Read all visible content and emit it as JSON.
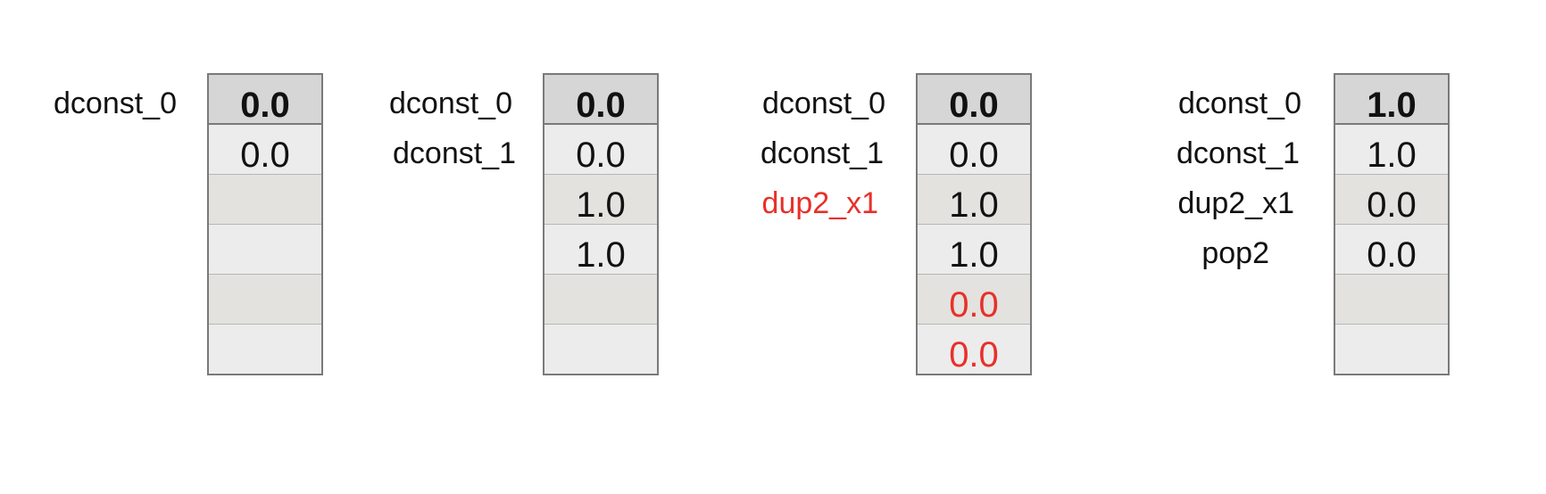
{
  "colors": {
    "highlight": "#e8302a",
    "normal": "#111111"
  },
  "panels": [
    {
      "labels": [
        {
          "text": "dconst_0",
          "highlight": false
        }
      ],
      "cells": [
        {
          "value": "0.0",
          "highlight": false
        },
        {
          "value": "0.0",
          "highlight": false
        },
        {
          "value": "",
          "highlight": false
        },
        {
          "value": "",
          "highlight": false
        },
        {
          "value": "",
          "highlight": false
        },
        {
          "value": "",
          "highlight": false
        }
      ]
    },
    {
      "labels": [
        {
          "text": "dconst_0",
          "highlight": false
        },
        {
          "text": "dconst_1",
          "highlight": false
        }
      ],
      "cells": [
        {
          "value": "0.0",
          "highlight": false
        },
        {
          "value": "0.0",
          "highlight": false
        },
        {
          "value": "1.0",
          "highlight": false
        },
        {
          "value": "1.0",
          "highlight": false
        },
        {
          "value": "",
          "highlight": false
        },
        {
          "value": "",
          "highlight": false
        }
      ]
    },
    {
      "labels": [
        {
          "text": "dconst_0",
          "highlight": false
        },
        {
          "text": "dconst_1",
          "highlight": false
        },
        {
          "text": "dup2_x1",
          "highlight": true
        }
      ],
      "cells": [
        {
          "value": "0.0",
          "highlight": false
        },
        {
          "value": "0.0",
          "highlight": false
        },
        {
          "value": "1.0",
          "highlight": false
        },
        {
          "value": "1.0",
          "highlight": false
        },
        {
          "value": "0.0",
          "highlight": true
        },
        {
          "value": "0.0",
          "highlight": true
        }
      ]
    },
    {
      "labels": [
        {
          "text": "dconst_0",
          "highlight": false
        },
        {
          "text": "dconst_1",
          "highlight": false
        },
        {
          "text": "dup2_x1",
          "highlight": false
        },
        {
          "text": "pop2",
          "highlight": false
        }
      ],
      "cells": [
        {
          "value": "1.0",
          "highlight": false
        },
        {
          "value": "1.0",
          "highlight": false
        },
        {
          "value": "0.0",
          "highlight": false
        },
        {
          "value": "0.0",
          "highlight": false
        },
        {
          "value": "",
          "highlight": false
        },
        {
          "value": "",
          "highlight": false
        }
      ]
    }
  ]
}
